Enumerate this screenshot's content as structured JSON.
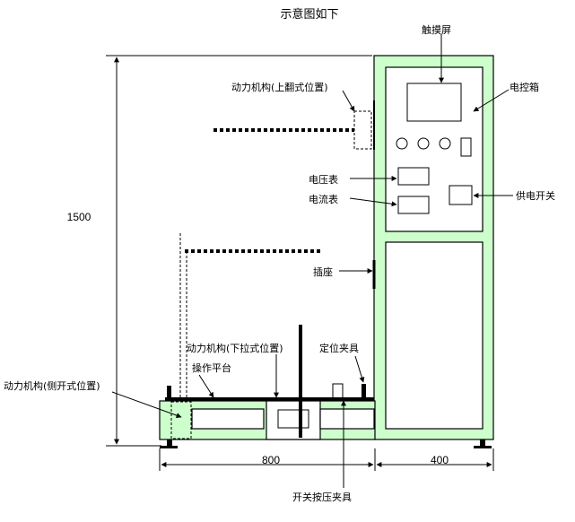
{
  "title": "示意图如下",
  "labels": {
    "power_mech_top": "动力机构(上翻式位置)",
    "power_mech_bottom": "动力机构(下拉式位置)",
    "power_mech_side": "动力机构(侧开式位置)",
    "operation_platform": "操作平台",
    "positioning_fixture": "定位夹具",
    "switch_press_fixture": "开关按压夹具",
    "touch_screen": "触摸屏",
    "control_box": "电控箱",
    "voltmeter": "电压表",
    "ammeter": "电流表",
    "power_switch": "供电开关",
    "socket": "插座"
  },
  "dimensions": {
    "height": "1500",
    "width_left": "800",
    "width_right": "400"
  },
  "colors": {
    "frame_fill": "#ccffcc",
    "line": "#000000",
    "background": "#ffffff"
  }
}
